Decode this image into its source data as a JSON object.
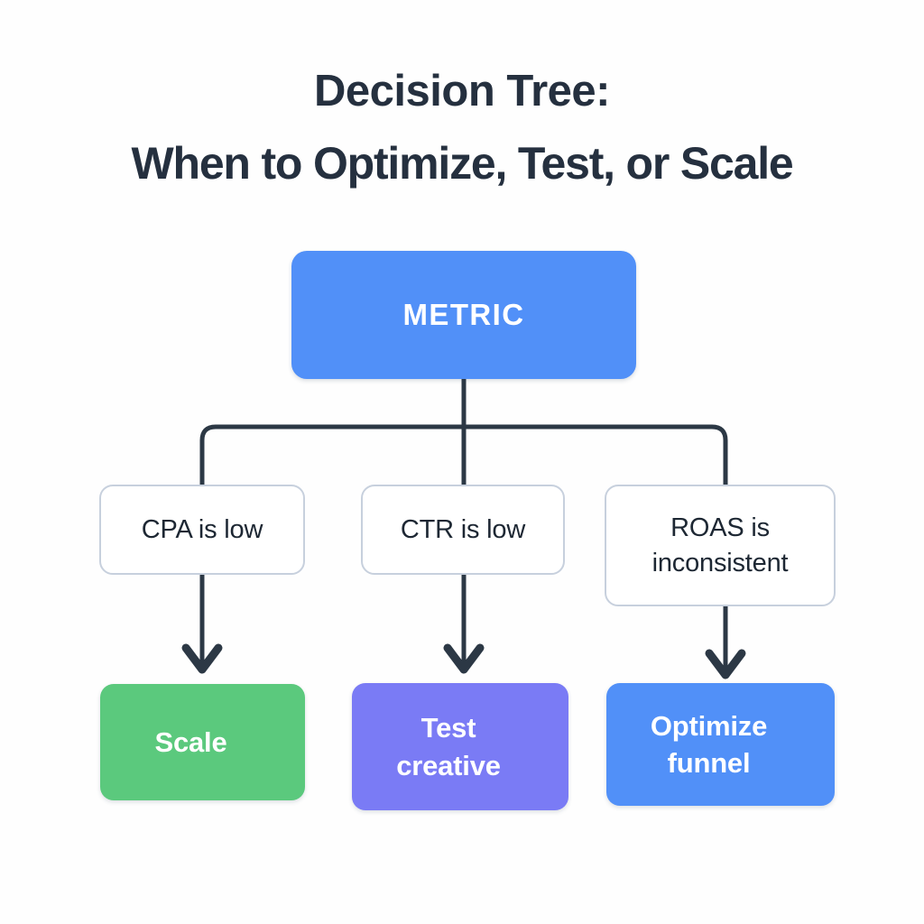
{
  "background_color": "#fefefe",
  "title": {
    "line1": "Decision Tree:",
    "line2": "When to Optimize, Test, or Scale",
    "color": "#25303f"
  },
  "colors": {
    "root_blue": "#5190f8",
    "leaf_green": "#5bc97d",
    "leaf_purple": "#7a7bf5",
    "leaf_blue": "#5190f8",
    "connector": "#2c3845",
    "condition_border": "#c7d0dd",
    "condition_fill": "#ffffff",
    "node_text_light": "#ffffff",
    "node_text_dark": "#1d2733"
  },
  "diagram": {
    "type": "decision-tree",
    "root": {
      "id": "metric",
      "label": "METRIC",
      "shape": "rounded-rect",
      "fill": "#5190f8",
      "text_color": "#ffffff"
    },
    "branches": [
      {
        "id": "branch-cpa",
        "condition": {
          "id": "cond-cpa",
          "label": "CPA is low",
          "lines": [
            "CPA is low"
          ],
          "fill": "#ffffff",
          "border": "#c7d0dd",
          "text_color": "#1d2733"
        },
        "outcome": {
          "id": "leaf-scale",
          "label": "Scale",
          "lines": [
            "Scale"
          ],
          "fill": "#5bc97d",
          "text_color": "#ffffff"
        }
      },
      {
        "id": "branch-ctr",
        "condition": {
          "id": "cond-ctr",
          "label": "CTR is low",
          "lines": [
            "CTR is low"
          ],
          "fill": "#ffffff",
          "border": "#c7d0dd",
          "text_color": "#1d2733"
        },
        "outcome": {
          "id": "leaf-test-creative",
          "label": "Test creative",
          "lines": [
            "Test",
            "creative"
          ],
          "fill": "#7a7bf5",
          "text_color": "#ffffff"
        }
      },
      {
        "id": "branch-roas",
        "condition": {
          "id": "cond-roas",
          "label": "ROAS is inconsistent",
          "lines": [
            "ROAS is",
            "inconsistent"
          ],
          "fill": "#ffffff",
          "border": "#c7d0dd",
          "text_color": "#1d2733"
        },
        "outcome": {
          "id": "leaf-optimize-funnel",
          "label": "Optimize funnel",
          "lines": [
            "Optimize",
            "funnel"
          ],
          "fill": "#5190f8",
          "text_color": "#ffffff"
        }
      }
    ],
    "connectors": {
      "style": "orthogonal-elbow",
      "arrowheads": "chevron",
      "stroke_color": "#2c3845",
      "stroke_width": 5
    }
  }
}
